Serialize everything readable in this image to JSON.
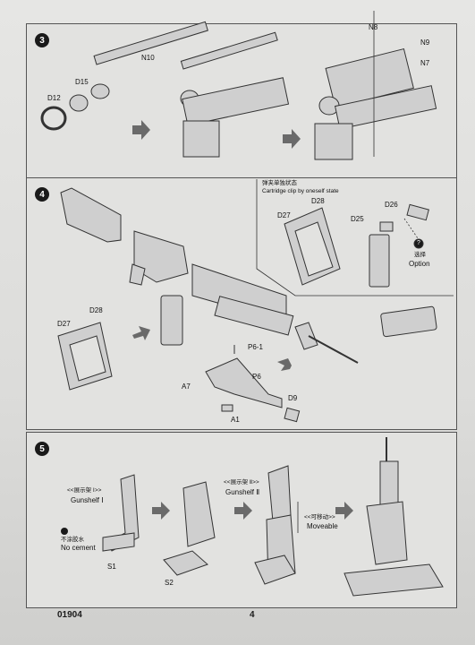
{
  "step3": {
    "number": "3",
    "parts": [
      "N10",
      "D15",
      "D12",
      "N8",
      "N9",
      "N7"
    ]
  },
  "step4": {
    "number": "4",
    "inset_title_cn": "弹夹单独状态",
    "inset_title_en": "Cartridge clip by oneself state",
    "parts": [
      "D28",
      "D27",
      "D25",
      "D26",
      "D28",
      "D27",
      "P6-1",
      "P6",
      "A7",
      "D9",
      "A1"
    ],
    "option_cn": "选择",
    "option_en": "Option",
    "option_mark": "?"
  },
  "step5": {
    "number": "5",
    "gunshelf1_cn": "<<展示架 Ⅰ>>",
    "gunshelf1_en": "Gunshelf Ⅰ",
    "no_cement_cn": "不涂胶水",
    "no_cement_en": "No cement",
    "s1": "S1",
    "s2": "S2",
    "gunshelf2_cn": "<<展示架 Ⅱ>>",
    "gunshelf2_en": "Gunshelf Ⅱ",
    "moveable_cn": "<<可移动>>",
    "moveable_en": "Moveable"
  },
  "footer": {
    "code": "01904",
    "page": "4"
  },
  "colors": {
    "arrow": "#6a6a6a",
    "line": "#333333",
    "part_fill": "#cfcfcf"
  }
}
